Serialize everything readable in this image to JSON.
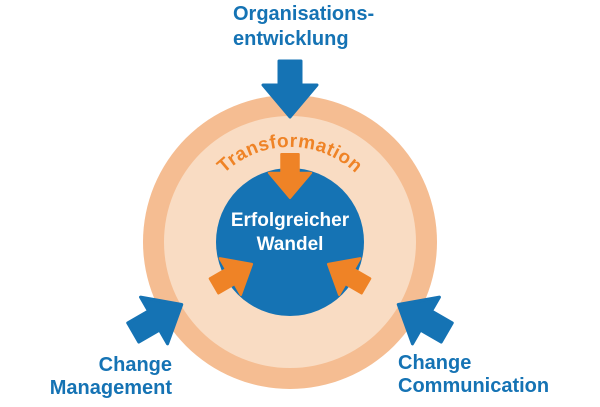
{
  "diagram": {
    "title_note": "",
    "labels": {
      "top": {
        "line1": "Organisations-",
        "line2": "entwicklung"
      },
      "bottom_left": {
        "line1": "Change",
        "line2": "Management"
      },
      "bottom_right": {
        "line1": "Change",
        "line2": "Communication"
      },
      "ring": "Transformation",
      "center": {
        "line1": "Erfolgreicher",
        "line2": "Wandel"
      }
    },
    "icons": {
      "top_arrow": "arrow-down",
      "bottom_left_arrow": "arrow-up-right",
      "bottom_right_arrow": "arrow-up-left",
      "inner_top_arrow": "arrow-down",
      "inner_bottom_left_arrow": "arrow-up-right",
      "inner_bottom_right_arrow": "arrow-up-left"
    },
    "colors": {
      "background": "#FFFFFF",
      "blue": "#1573B4",
      "orange": "#EF8326",
      "ring_outer": "#F5BD92",
      "ring_inner": "#F9DCC3",
      "label_text": "#1573B4",
      "center_text": "#FFFFFF"
    }
  }
}
